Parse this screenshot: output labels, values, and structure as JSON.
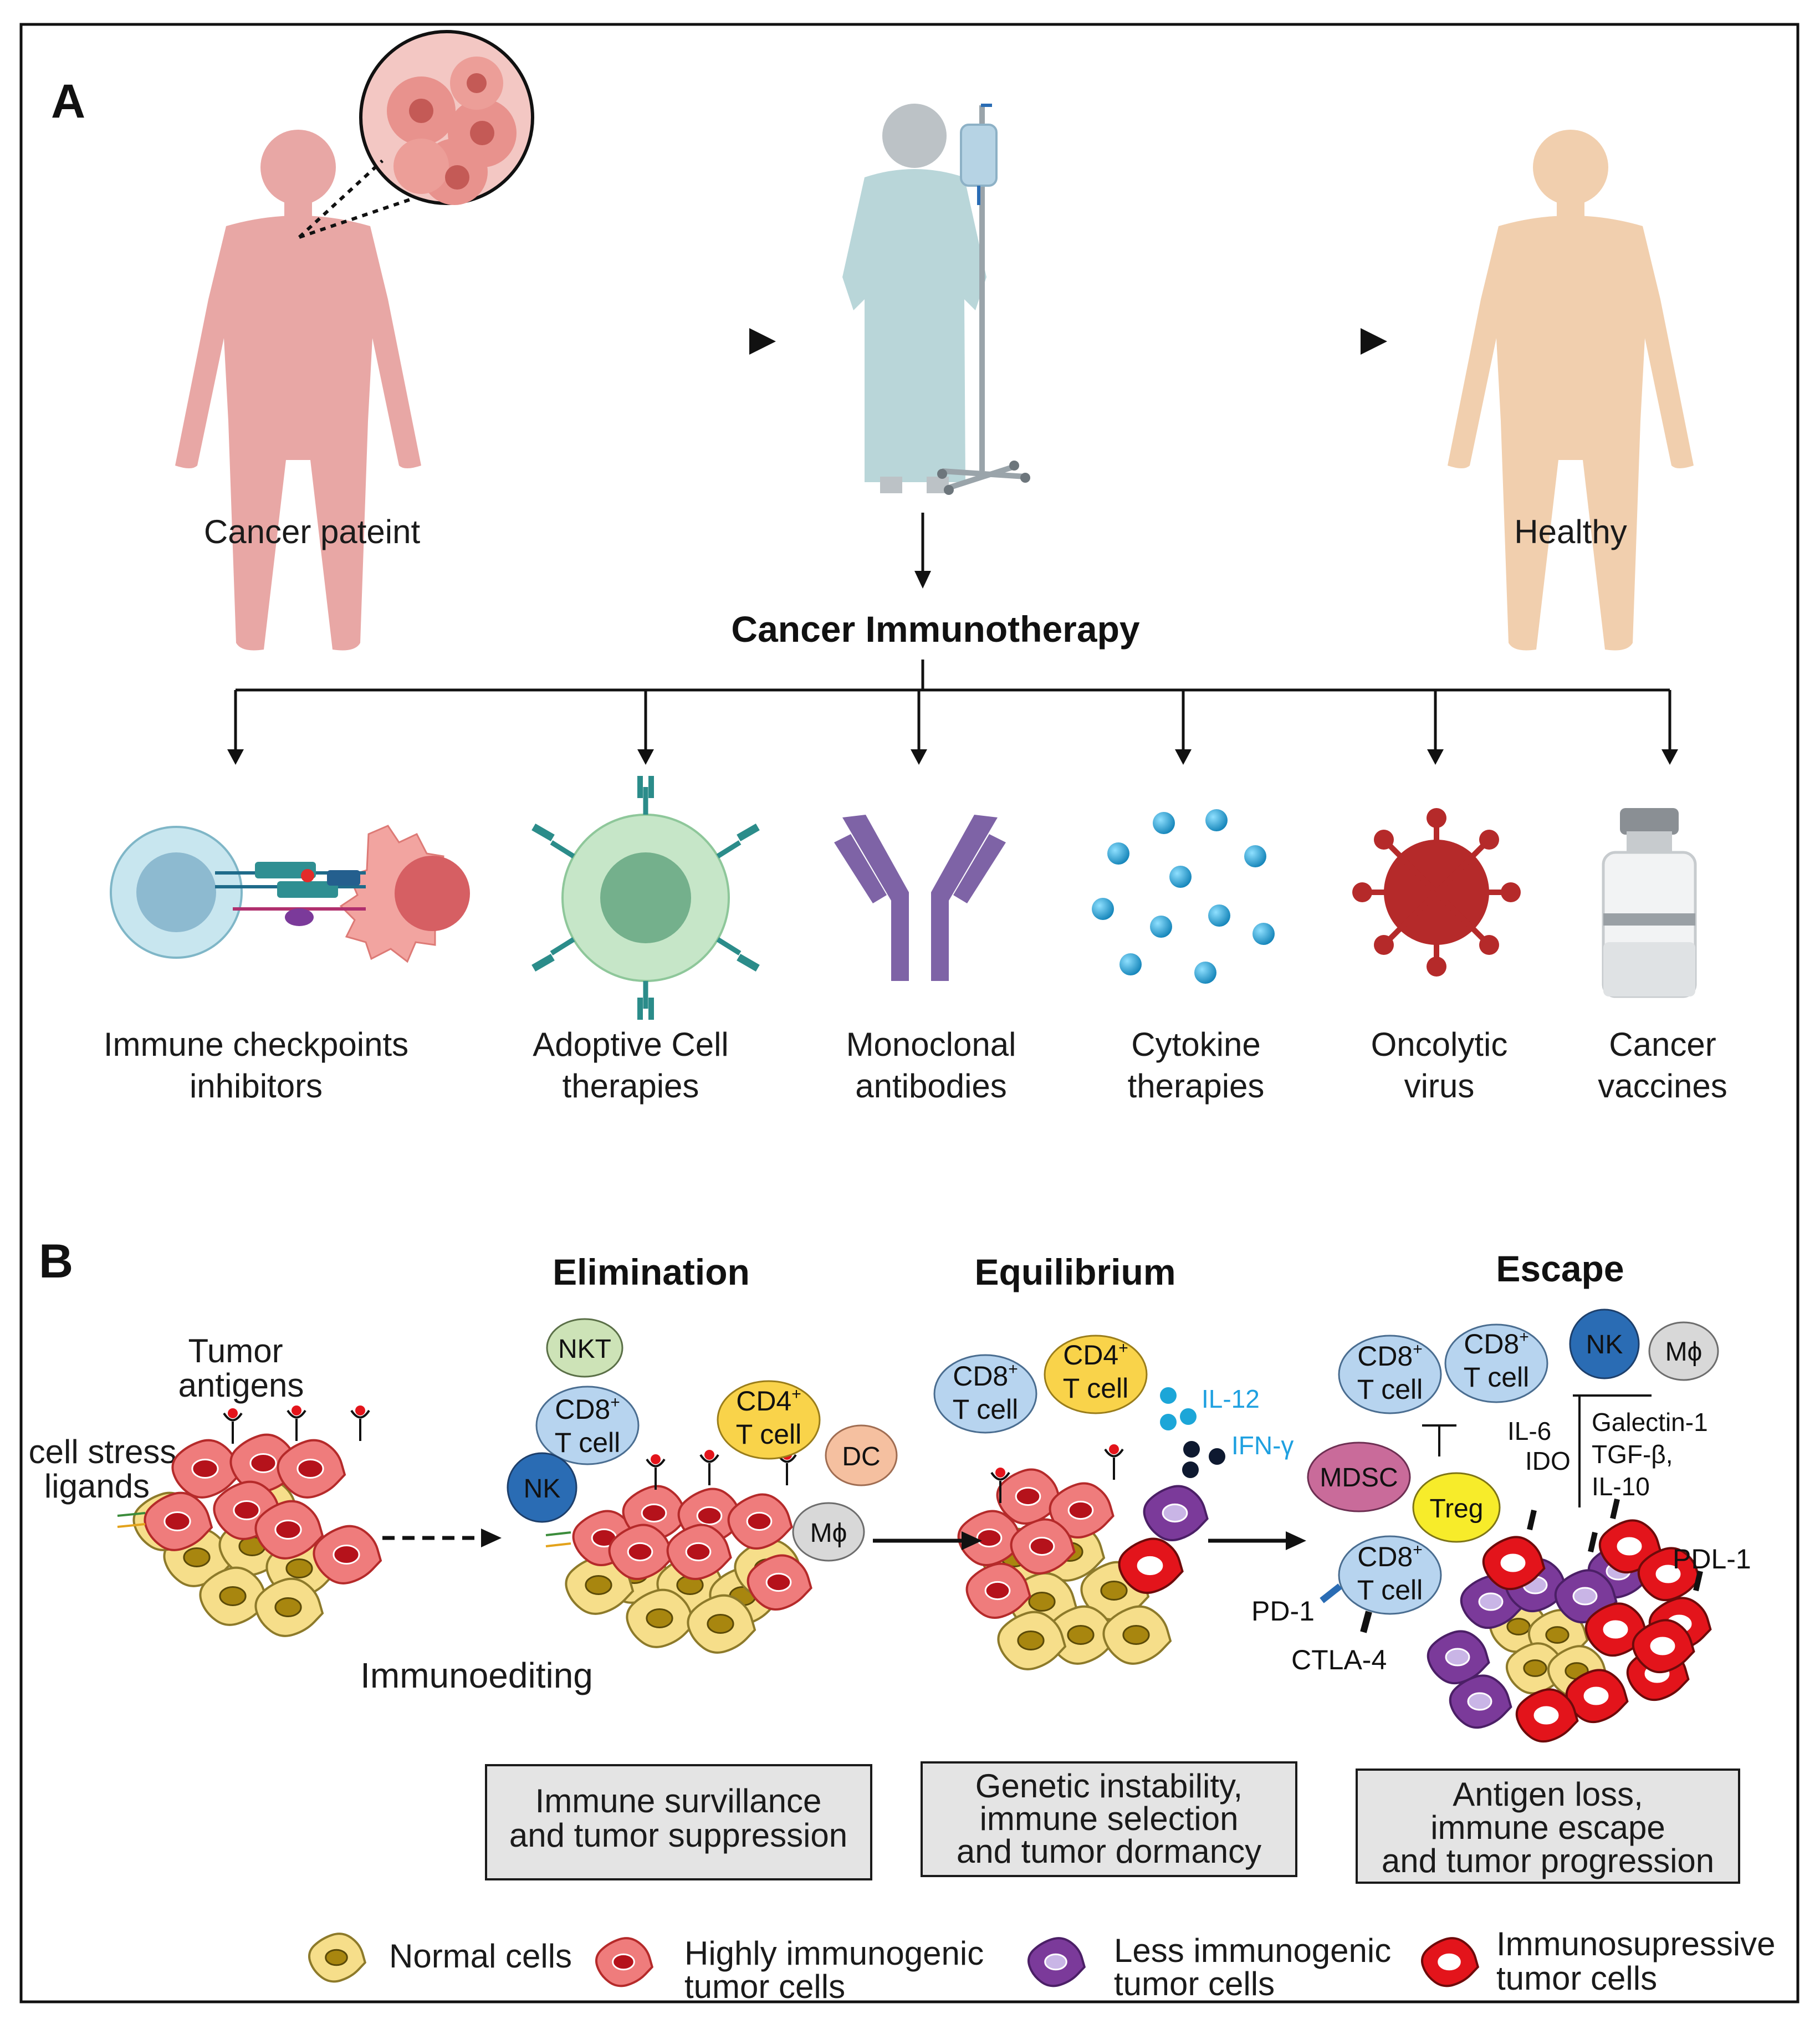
{
  "panel_a": {
    "letter": "A",
    "patient_label": "Cancer pateint",
    "healthy_label": "Healthy",
    "heading": "Cancer Immunotherapy",
    "therapies": [
      {
        "line1": "Immune checkpoints",
        "line2": "inhibitors"
      },
      {
        "line1": "Adoptive Cell",
        "line2": "therapies"
      },
      {
        "line1": "Monoclonal",
        "line2": "antibodies"
      },
      {
        "line1": "Cytokine",
        "line2": "therapies"
      },
      {
        "line1": "Oncolytic",
        "line2": "virus"
      },
      {
        "line1": "Cancer",
        "line2": "vaccines"
      }
    ]
  },
  "panel_b": {
    "letter": "B",
    "tumor_antigens_1": "Tumor",
    "tumor_antigens_2": "antigens",
    "stress_1": "cell stress",
    "stress_2": "ligands",
    "immunoediting": "Immunoediting",
    "elimination": {
      "title": "Elimination",
      "nkt": "NKT",
      "cd8_1": "CD8",
      "cd8_sup": "+",
      "cd8_2": "T cell",
      "nk": "NK",
      "cd4_1": "CD4",
      "cd4_sup": "+",
      "cd4_2": "T cell",
      "dc": "DC",
      "mphi": "Mϕ",
      "box_line1": "Immune survillance",
      "box_line2": "and tumor suppression"
    },
    "equilibrium": {
      "title": "Equilibrium",
      "cd8_1": "CD8",
      "cd8_sup": "+",
      "cd8_2": "T cell",
      "cd4_1": "CD4",
      "cd4_sup": "+",
      "cd4_2": "T cell",
      "il12": "IL-12",
      "ifn": "IFN-γ",
      "box_line1": "Genetic instability,",
      "box_line2": "immune selection",
      "box_line3": "and tumor dormancy"
    },
    "escape": {
      "title": "Escape",
      "cd8_1": "CD8",
      "cd8_sup": "+",
      "cd8_2": "T cell",
      "nk": "NK",
      "mphi": "Mϕ",
      "il6": "IL-6",
      "ido": "IDO",
      "galectin": "Galectin-1",
      "tgf": "TGF-β,",
      "il10": "IL-10",
      "mdsc": "MDSC",
      "treg": "Treg",
      "pd1": "PD-1",
      "ctla4": "CTLA-4",
      "pdl1": "PDL-1",
      "box_line1": "Antigen loss,",
      "box_line2": "immune escape",
      "box_line3": "and tumor progression"
    },
    "legend": [
      {
        "line1": "Normal cells",
        "line2": ""
      },
      {
        "line1": "Highly immunogenic",
        "line2": "tumor cells"
      },
      {
        "line1": "Less immunogenic",
        "line2": "tumor cells"
      },
      {
        "line1": "Immunosupressive",
        "line2": "tumor cells"
      }
    ]
  },
  "colors": {
    "patient_skin": "#e8a7a5",
    "healthy_skin": "#f1cfae",
    "gown": "#b9d6d9",
    "normal_cell": "#f6de8a",
    "normal_nucleus": "#a8860f",
    "high_cell": "#ef7c7c",
    "high_nucleus": "#b5121b",
    "less_cell": "#7b3a9a",
    "immuno_cell": "#e3141b",
    "tcell_blue": "#b7d4ef",
    "nk_blue": "#2a6cb4",
    "cd4_yellow": "#f9d34a",
    "nkt_green": "#cde3b7",
    "dc_peach": "#f5c0a0",
    "mdsc_pink": "#c96b9a",
    "treg_yellow": "#f7ec2a",
    "cytokine_cyan": "#1ca6d8",
    "virus_red": "#b52a2a",
    "cytokine_text": "#1ea0e0"
  }
}
